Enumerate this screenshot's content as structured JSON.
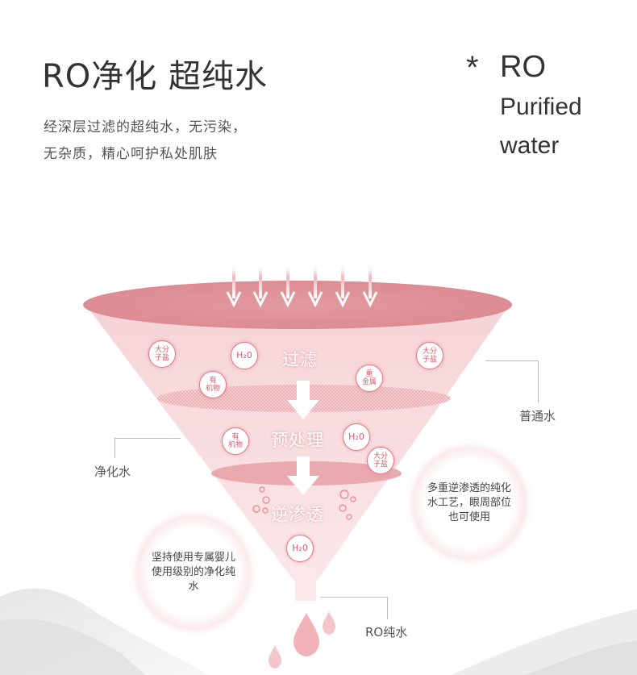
{
  "heading": {
    "title": "RO净化  超纯水",
    "desc_line1": "经深层过滤的超纯水，无污染，",
    "desc_line2": "无杂质，精心呵护私处肌肤"
  },
  "english": {
    "star": "*",
    "ro": "RO",
    "purified": "Purified",
    "water": "water"
  },
  "funnel": {
    "stage1": "过滤",
    "stage2": "预处理",
    "stage3": "逆渗透",
    "molecules": {
      "salt_line1": "大分",
      "salt_line2": "子盐",
      "water_formula": "H₂0",
      "organic_line1": "有",
      "organic_line2": "机物",
      "metal_line1": "重",
      "metal_line2": "金属"
    }
  },
  "callouts": {
    "tap_water": "普通水",
    "purified_water": "净化水",
    "ro_water": "RO纯水"
  },
  "bubbles": {
    "right": "多重逆渗透的纯化水工艺，眼周部位也可使用",
    "left": "坚持使用专属婴儿使用级别的净化纯水"
  },
  "colors": {
    "funnel_top": "#e3979d",
    "funnel_body": "#f7d9dc",
    "accent": "#d95b6b"
  }
}
